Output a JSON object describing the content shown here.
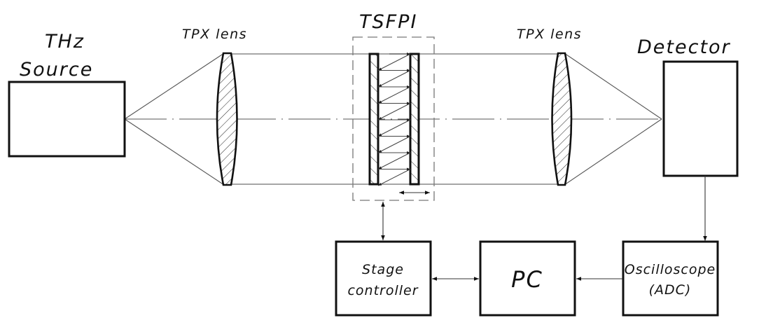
{
  "diagram": {
    "title": "THz TSFPI experimental setup",
    "labels": {
      "source_line1": "THz",
      "source_line2": "Source",
      "lens_left": "TPX lens",
      "interferometer": "TSFPI",
      "lens_right": "TPX lens",
      "detector": "Detector",
      "stage_line1": "Stage",
      "stage_line2": "controller",
      "pc": "PC",
      "osc_line1": "Oscilloscope",
      "osc_line2": "(ADC)"
    },
    "components": [
      {
        "id": "thz-source",
        "label": "THz Source"
      },
      {
        "id": "tpx-lens-left",
        "label": "TPX lens"
      },
      {
        "id": "tsfpi",
        "label": "TSFPI"
      },
      {
        "id": "tpx-lens-right",
        "label": "TPX lens"
      },
      {
        "id": "detector",
        "label": "Detector"
      },
      {
        "id": "stage-controller",
        "label": "Stage controller"
      },
      {
        "id": "pc",
        "label": "PC"
      },
      {
        "id": "oscilloscope",
        "label": "Oscilloscope (ADC)"
      }
    ],
    "connections": [
      {
        "from": "thz-source",
        "to": "tpx-lens-left",
        "type": "beam"
      },
      {
        "from": "tpx-lens-left",
        "to": "tsfpi",
        "type": "collimated beam"
      },
      {
        "from": "tsfpi",
        "to": "tpx-lens-right",
        "type": "collimated beam"
      },
      {
        "from": "tpx-lens-right",
        "to": "detector",
        "type": "beam"
      },
      {
        "from": "detector",
        "to": "oscilloscope",
        "type": "arrow"
      },
      {
        "from": "oscilloscope",
        "to": "pc",
        "type": "arrow"
      },
      {
        "from": "pc",
        "to": "stage-controller",
        "type": "bidirectional"
      },
      {
        "from": "stage-controller",
        "to": "tsfpi",
        "type": "bidirectional"
      }
    ]
  }
}
